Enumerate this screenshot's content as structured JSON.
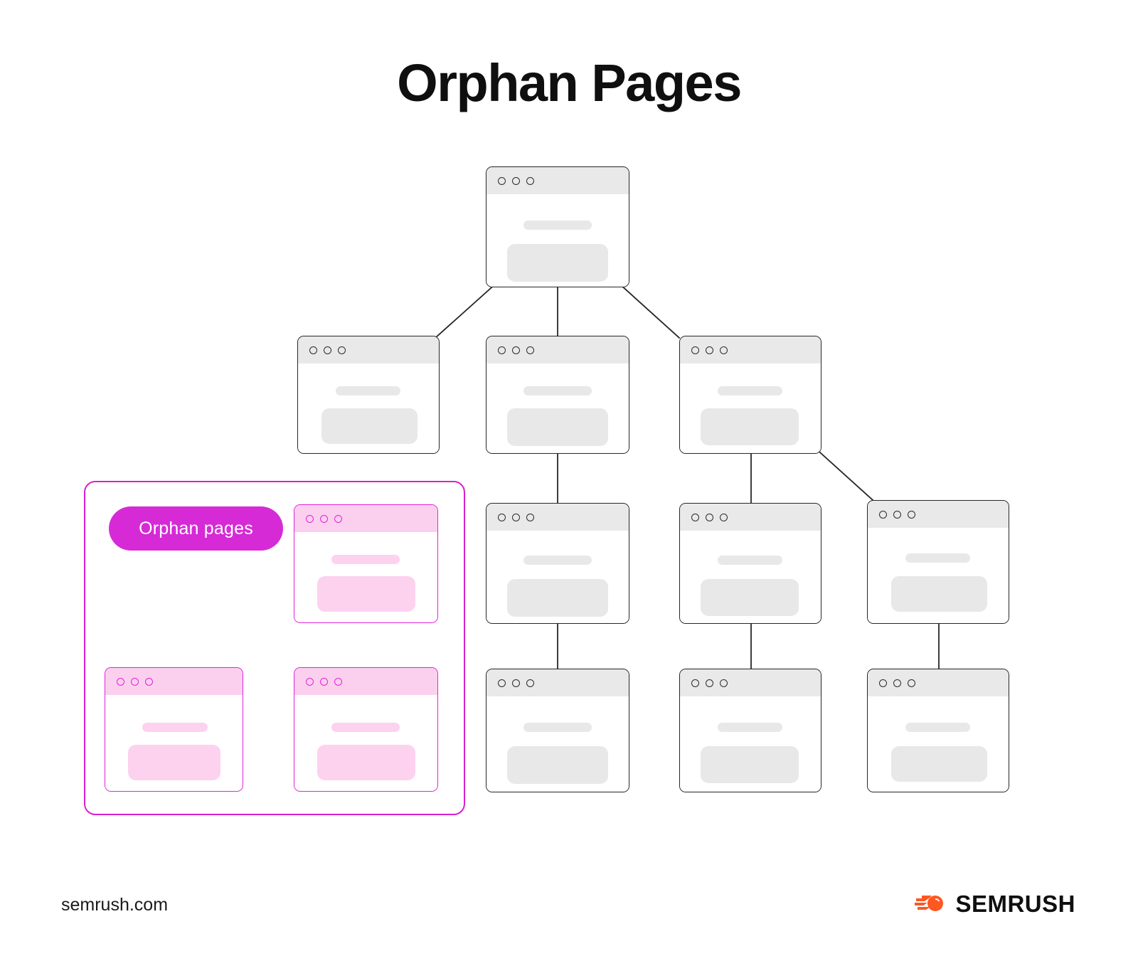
{
  "page": {
    "title": "Orphan Pages",
    "background_color": "#ffffff"
  },
  "colors": {
    "node_border": "#262626",
    "node_titlebar": "#e9e9e9",
    "node_block": "#e8e8e8",
    "panel_border": "#d91fd0",
    "badge_background": "#d62ad6",
    "badge_text": "#ffffff",
    "pink_node_border": "#e222d8",
    "pink_node_titlebar": "#fbd0ee",
    "pink_node_block": "#fcd2ef",
    "brand_orange": "#ff5722",
    "title_text": "#0f0f0f"
  },
  "diagram": {
    "type": "site-architecture-tree",
    "node_icon": "browser-window-icon",
    "window_dots_count": 3,
    "nodes": [
      {
        "id": "root",
        "row": 1,
        "label": ""
      },
      {
        "id": "l2-a",
        "row": 2,
        "label": ""
      },
      {
        "id": "l2-b",
        "row": 2,
        "label": ""
      },
      {
        "id": "l2-c",
        "row": 2,
        "label": ""
      },
      {
        "id": "l3-a",
        "row": 3,
        "label": ""
      },
      {
        "id": "l3-b",
        "row": 3,
        "label": ""
      },
      {
        "id": "l3-c",
        "row": 3,
        "label": ""
      },
      {
        "id": "l4-a",
        "row": 4,
        "label": ""
      },
      {
        "id": "l4-b",
        "row": 4,
        "label": ""
      },
      {
        "id": "l4-c",
        "row": 4,
        "label": ""
      }
    ],
    "edges": [
      {
        "from": "root",
        "to": "l2-a"
      },
      {
        "from": "root",
        "to": "l2-b"
      },
      {
        "from": "root",
        "to": "l2-c"
      },
      {
        "from": "l2-b",
        "to": "l3-a"
      },
      {
        "from": "l2-c",
        "to": "l3-b"
      },
      {
        "from": "l2-c",
        "to": "l3-c"
      },
      {
        "from": "l3-a",
        "to": "l4-a"
      },
      {
        "from": "l3-b",
        "to": "l4-b"
      },
      {
        "from": "l3-c",
        "to": "l4-c"
      }
    ]
  },
  "orphan_panel": {
    "badge_label": "Orphan pages",
    "node_icon": "browser-window-icon",
    "nodes": [
      {
        "id": "orphan-1",
        "position": "top-right"
      },
      {
        "id": "orphan-2",
        "position": "bottom-left"
      },
      {
        "id": "orphan-3",
        "position": "bottom-right"
      }
    ]
  },
  "footer": {
    "url": "semrush.com",
    "brand_name": "SEMRUSH",
    "brand_icon": "semrush-comet-icon"
  }
}
